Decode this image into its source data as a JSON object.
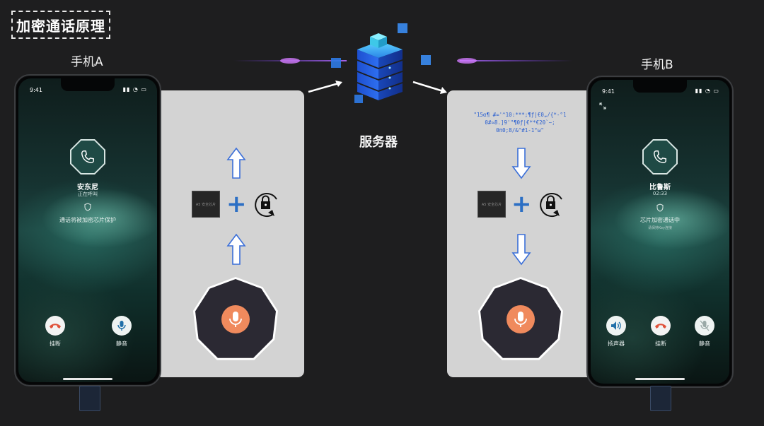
{
  "title": "加密通话原理",
  "server_label": "服务器",
  "phone_a": {
    "label": "手机A",
    "time": "9:41",
    "contact_name": "安东尼",
    "call_status": "正在呼叫",
    "encryption_note": "通话将被加密芯片保护",
    "buttons": [
      {
        "label": "挂断",
        "icon": "hang-up-icon"
      },
      {
        "label": "静音",
        "icon": "microphone-icon"
      }
    ]
  },
  "phone_b": {
    "label": "手机B",
    "time": "9:41",
    "contact_name": "比鲁斯",
    "call_timer": "02:33",
    "encryption_note": "芯片加密通话中",
    "small_note": "请保持Key连接",
    "buttons": [
      {
        "label": "扬声器",
        "icon": "speaker-icon"
      },
      {
        "label": "挂断",
        "icon": "hang-up-icon"
      },
      {
        "label": "静音",
        "icon": "mute-icon"
      }
    ]
  },
  "left_panel": {
    "chip_label": "A5 安全芯片",
    "plus": "+",
    "arrow_direction": "up"
  },
  "right_panel": {
    "chip_label": "A5 安全芯片",
    "plus": "+",
    "arrow_direction": "down",
    "cipher_lines": [
      "\"15α¶ #≈'^10:***;¶ƒ|€0„/{*-°1",
      "0#≈8.]9'\"¶0ƒ|€**€20`~;",
      "0π0;8/&^#1-1°ω\""
    ]
  },
  "colors": {
    "background": "#1e1e1f",
    "panel": "#d3d3d3",
    "accent_blue": "#2c6fc4",
    "mic_orange": "#f08a5d",
    "hang_up_red": "#e0523a"
  }
}
